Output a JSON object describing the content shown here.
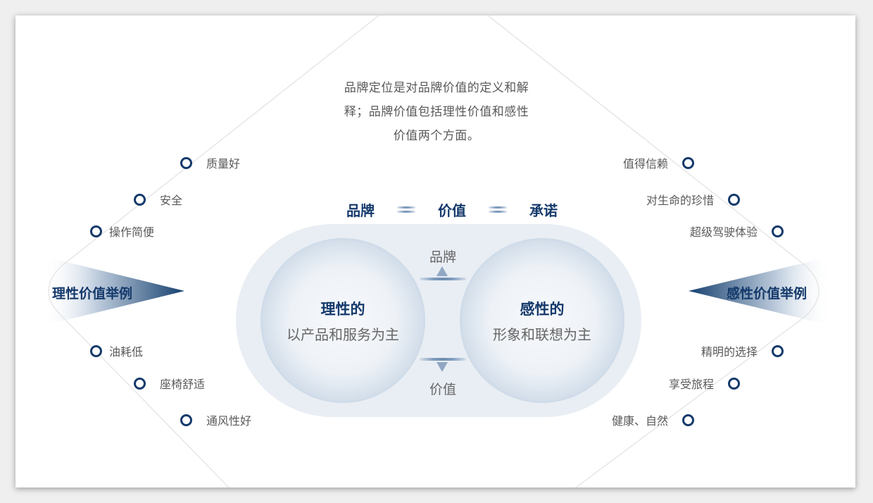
{
  "intro": {
    "lines": [
      "品牌定位是对品牌价值的定义和解",
      "释；品牌价值包括理性价值和感性",
      "价值两个方面。"
    ]
  },
  "equation": {
    "terms": [
      "品牌",
      "价值",
      "承诺"
    ],
    "operator": "="
  },
  "center": {
    "top_label": "品牌",
    "bottom_label": "价值",
    "left_sphere": {
      "title": "理性的",
      "subtitle": "以产品和服务为主"
    },
    "right_sphere": {
      "title": "感性的",
      "subtitle": "形象和联想为主"
    }
  },
  "left_panel": {
    "title": "理性价值举例",
    "items": [
      "质量好",
      "安全",
      "操作简便",
      "油耗低",
      "座椅舒适",
      "通风性好"
    ]
  },
  "right_panel": {
    "title": "感性价值举例",
    "items": [
      "值得信赖",
      "对生命的珍惜",
      "超级驾驶体验",
      "精明的选择",
      "享受旅程",
      "健康、自然"
    ]
  },
  "icons": {
    "marker": "ring-marker-icon",
    "arrow_up": "triangle-up-icon",
    "arrow_down": "triangle-down-icon",
    "equals": "equals-icon"
  },
  "colors": {
    "accent_navy": "#14396b",
    "capsule_bg": "#e9eef4",
    "body_text": "#595959",
    "sphere_edge": "#8aa3c0"
  }
}
